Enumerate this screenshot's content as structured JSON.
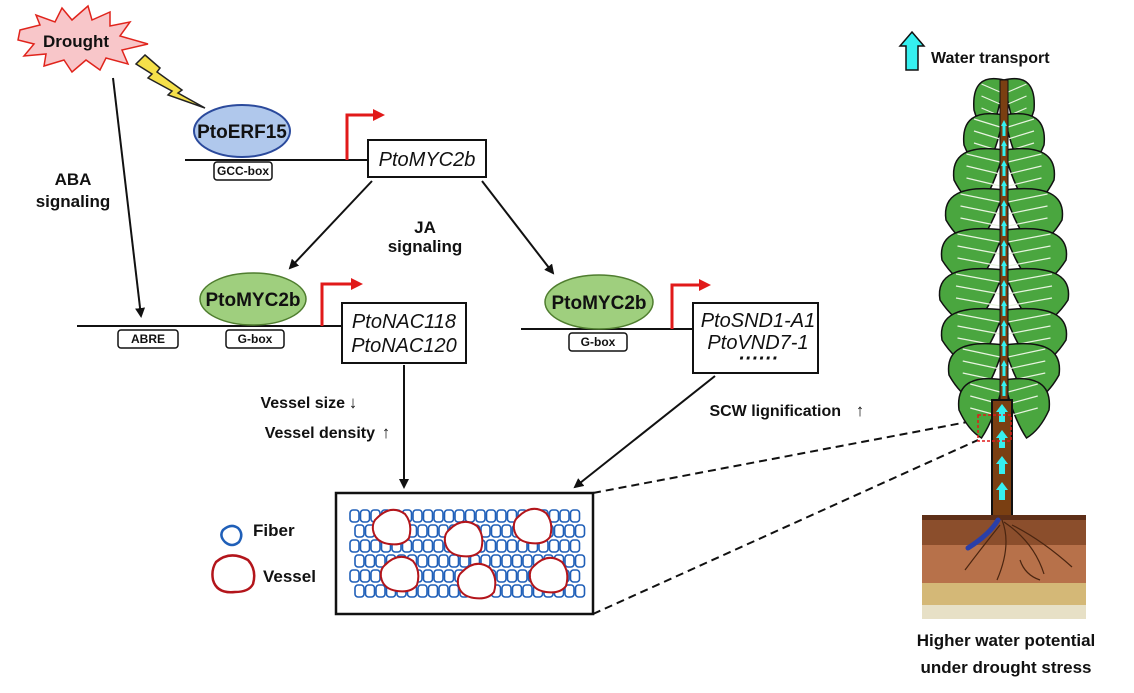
{
  "stimulus": {
    "label": "Drought",
    "colors": {
      "fill": "#f8c6c9",
      "stroke": "#e0241c"
    }
  },
  "pathways": {
    "aba": {
      "line1": "ABA",
      "line2": "signaling"
    },
    "ja": {
      "line1": "JA",
      "line2": "signaling"
    }
  },
  "transcription_factors": {
    "erf15": {
      "label": "PtoERF15",
      "fill": "#b0c8ec",
      "stroke": "#2b4a9c"
    },
    "myc2b_left": {
      "label": "PtoMYC2b",
      "fill": "#9fcf7e",
      "stroke": "#4f7d2f"
    },
    "myc2b_right": {
      "label": "PtoMYC2b",
      "fill": "#9fcf7e",
      "stroke": "#4f7d2f"
    }
  },
  "cis_elements": {
    "gcc_box": "GCC-box",
    "abre": "ABRE",
    "g_box_left": "G-box",
    "g_box_right": "G-box"
  },
  "target_genes": {
    "myc2b": {
      "lines": [
        "PtoMYC2b"
      ]
    },
    "nac": {
      "lines": [
        "PtoNAC118",
        "PtoNAC120"
      ]
    },
    "snd": {
      "lines": [
        "PtoSND1-A1",
        "PtoVND7-1",
        "······"
      ]
    }
  },
  "effects": {
    "vessel_size": {
      "label": "Vessel size",
      "direction": "↓"
    },
    "vessel_density": {
      "label": "Vessel density",
      "direction": "↑"
    },
    "scw_lignification": {
      "label": "SCW lignification",
      "direction": "↑"
    }
  },
  "legend": {
    "fiber": {
      "label": "Fiber",
      "color": "#1f5fb8"
    },
    "vessel": {
      "label": "Vessel",
      "color": "#b3151b"
    }
  },
  "plant": {
    "water_transport_label": "Water transport",
    "water_color": "#35f0f0",
    "caption_line1": "Higher water potential",
    "caption_line2": "under drought stress"
  },
  "colors": {
    "promoter_arrow": "#e11a1a",
    "leaf": "#4aa63f",
    "stem": "#7a3f12"
  }
}
